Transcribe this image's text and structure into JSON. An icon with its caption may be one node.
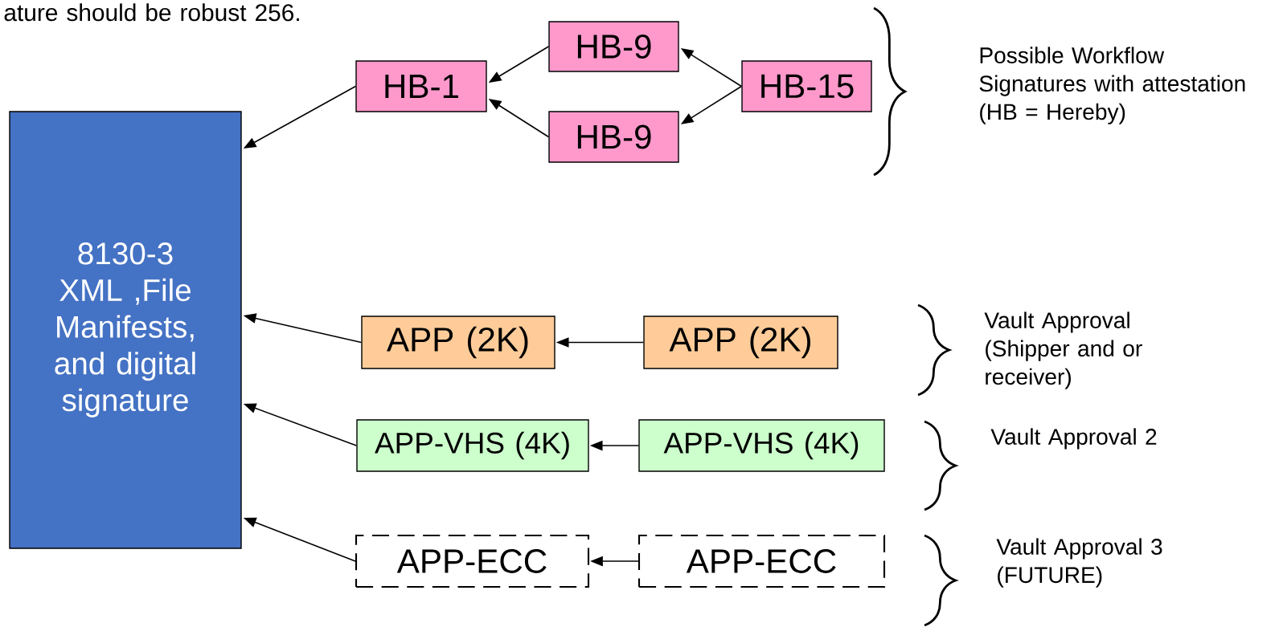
{
  "diagram": {
    "nodes": [
      {
        "text": [
          "8130-3 XML ,File Manifests, and digital signature"
        ]
      },
      {
        "text": [
          "HB-1"
        ]
      },
      {
        "text": [
          "HB-9"
        ]
      },
      {
        "text": [
          "HB-9"
        ]
      },
      {
        "text": [
          "HB-15"
        ]
      },
      {
        "text": [
          "APP (2K)"
        ]
      },
      {
        "text": [
          "APP (2K)"
        ]
      },
      {
        "text": [
          "APP-VHS (4K)"
        ]
      },
      {
        "text": [
          "APP-VHS (4K)"
        ]
      },
      {
        "text": [
          "APP-ECC"
        ]
      },
      {
        "text": [
          "APP-ECC"
        ]
      }
    ],
    "edges": [
      {
        "from": 1,
        "to": 0,
        "arrow": "to"
      },
      {
        "from": 2,
        "to": 1,
        "arrow": "to"
      },
      {
        "from": 3,
        "to": 1,
        "arrow": "to"
      },
      {
        "from": 4,
        "to": 2,
        "arrow": "to"
      },
      {
        "from": 4,
        "to": 3,
        "arrow": "to"
      },
      {
        "from": 5,
        "to": 0,
        "arrow": "to"
      },
      {
        "from": 6,
        "to": 5,
        "arrow": "to"
      },
      {
        "from": 7,
        "to": 0,
        "arrow": "to"
      },
      {
        "from": 8,
        "to": 7,
        "arrow": "to"
      },
      {
        "from": 9,
        "to": 0,
        "arrow": "to"
      },
      {
        "from": 10,
        "to": 9,
        "arrow": "to"
      }
    ],
    "labels": [
      "ature should be robust 256.",
      "Possible Workflow Signatures with attestation (HB = Hereby)",
      "Vault Approval (Shipper and or receiver)",
      "Vault Approval 2",
      "Vault Approval 3 (FUTURE)"
    ]
  }
}
